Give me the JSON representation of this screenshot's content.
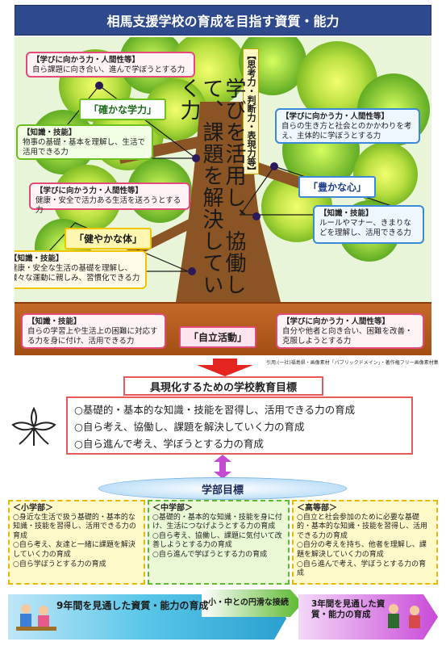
{
  "title": "相馬支援学校の育成を目指す資質・能力",
  "tree": {
    "vertical_main": "学びを活用し、協働して、課題を解決していく力",
    "vertical_sub": "【思考力・判断力・表現力等】",
    "box_top_left": {
      "heading": "【学びに向かう力・人間性等】",
      "text": "自ら課題に向き合い、進んで学ぼうとする力"
    },
    "tag_kaku": "「確かな学力」",
    "box_chishiki1": {
      "heading": "【知識・技能】",
      "text": "物事の基礎・基本を理解し、生活で活用できる力"
    },
    "box_right_top": {
      "heading": "【学びに向かう力・人間性等】",
      "text": "自らの生き方と社会とのかかわりを考え、主体的に学ぼうとする力"
    },
    "tag_yutaka": "「豊かな心」",
    "box_right_chishiki": {
      "heading": "【知識・技能】",
      "text": "ルールやマナー、きまりなどを理解し、活用できる力"
    },
    "box_mid_left": {
      "heading": "【学びに向かう力・人間性等】",
      "text": "健康・安全で活力ある生活を送ろうとする力"
    },
    "tag_sukoyaka": "「健やかな体」",
    "box_left_chishiki": {
      "heading": "【知識・技能】",
      "text": "健康・安全な生活の基礎を理解し、様々な運動に親しみ、習慣化できる力"
    },
    "box_root_left": {
      "heading": "【知識・技能】",
      "text": "自らの学習上や生活上の困難に対応する力を身に付け、活用できる力"
    },
    "tag_jiritsu": "「自立活動」",
    "box_root_right": {
      "heading": "【学びに向かう力・人間性等】",
      "text": "自分や他者と向き合い、困難を改善・克服しようとする力"
    }
  },
  "credit": "引用:(一社)福島県・画像素材「パブリックドメイン」・著作権フリー画像素材集",
  "goal": {
    "title": "具現化するための学校教育目標",
    "items": [
      "○基礎的・基本的な知識・技能を習得し、活用できる力の育成",
      "○自ら考え、協働し、課題を解決していく力の育成",
      "○自ら進んで考え、学ぼうとする力の育成"
    ]
  },
  "dept_title": "学部目標",
  "departments": [
    {
      "name": "＜小学部＞",
      "lines": [
        "○身近な生活で扱う基礎的・基本的な知識・技能を習得し、活用できる力の育成",
        "○自ら考え、友達と一緒に課題を解決していく力の育成",
        "○自ら学ぼうとする力の育成"
      ]
    },
    {
      "name": "＜中学部＞",
      "lines": [
        "○基礎的・基本的な知識・技能を身に付け、生活につなげようとする力の育成",
        "○自ら考え、協働し、課題に気付いて改善しようとする力の育成",
        "○自ら進んで学ぼうとする力の育成"
      ]
    },
    {
      "name": "＜高等部＞",
      "lines": [
        "○自立と社会参加のために必要な基礎的・基本的な知識・技能を習得し、活用できる力の育成",
        "○自分の考えを持ち、他者を理解し、課題を解決していく力の育成",
        "○自ら進んで考え、学ぼうとする力の育成"
      ]
    }
  ],
  "bottom": {
    "left_text": "9年間を見通した資質・能力の育成",
    "mid_text": "小・中との円滑な接続",
    "right_text": "3年間を見通した資質・能力の育成"
  }
}
